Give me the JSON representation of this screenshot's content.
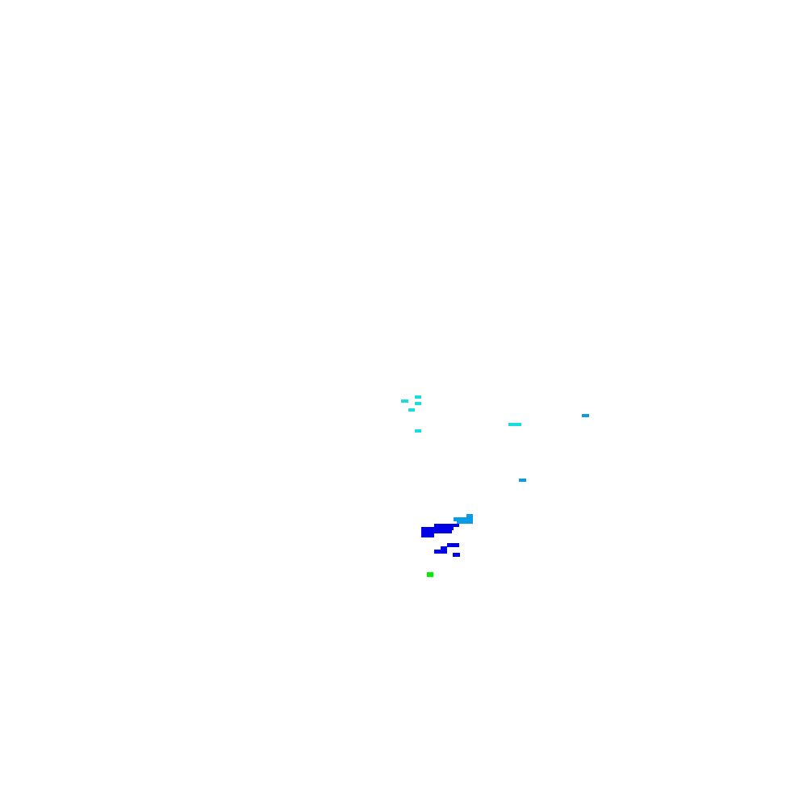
{
  "colors": {
    "background": "#ffffff",
    "cyan": "#19dcdc",
    "sky": "#0a9be6",
    "blue": "#0000e6",
    "green": "#00ee00"
  },
  "blobs": [
    {
      "name": "cyan-blob-1",
      "color": "cyan"
    },
    {
      "name": "cyan-blob-2",
      "color": "cyan"
    },
    {
      "name": "cyan-blob-3",
      "color": "cyan"
    },
    {
      "name": "cyan-blob-4",
      "color": "cyan"
    },
    {
      "name": "cyan-blob-5",
      "color": "cyan"
    },
    {
      "name": "cyan-blob-6",
      "color": "cyan"
    },
    {
      "name": "sky-blob-1",
      "color": "sky"
    },
    {
      "name": "sky-blob-2",
      "color": "sky"
    },
    {
      "name": "sky-blob-3",
      "color": "sky"
    },
    {
      "name": "blue-blob-1",
      "color": "blue"
    },
    {
      "name": "blue-blob-2",
      "color": "blue"
    },
    {
      "name": "blue-blob-3",
      "color": "blue"
    },
    {
      "name": "blue-blob-4",
      "color": "blue"
    },
    {
      "name": "blue-blob-5",
      "color": "blue"
    },
    {
      "name": "green-blob-1",
      "color": "green"
    }
  ]
}
